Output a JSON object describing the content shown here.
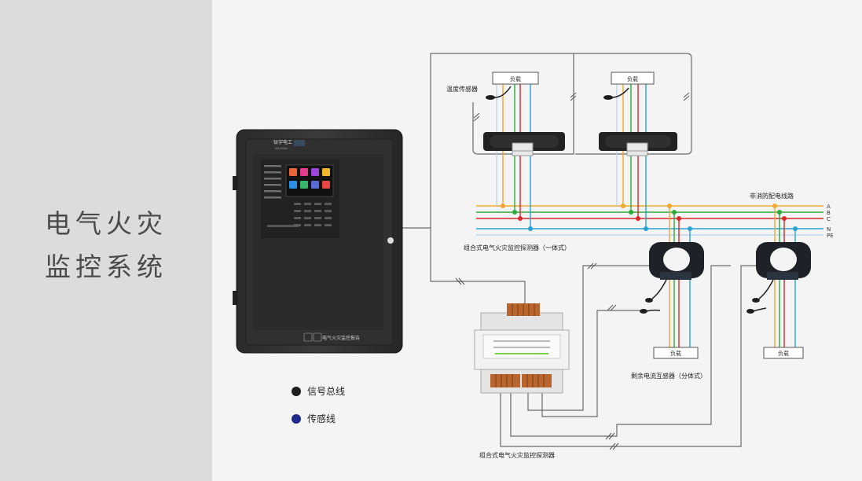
{
  "title": {
    "line1": "电气火灾",
    "line2": "监控系统"
  },
  "device": {
    "brand": "钛宇电工",
    "brand_sub": "MASMAN",
    "panel_label": "电气火灾监控报告",
    "screen_tiles": [
      "#e8653a",
      "#e33d8c",
      "#9d45d6",
      "#f1b72a",
      "#2c8de5",
      "#35b86c",
      "#5a6bd8",
      "#e84545"
    ]
  },
  "labels": {
    "temp_sensor": "温度传感器",
    "load": "负载",
    "line": "非消防配电线路",
    "combined_top": "组合式电气火灾监控探测器（一体式）",
    "residual": "剩余电流互感器（分体式）",
    "combined_bottom": "组合式电气火灾监控探测器",
    "phases": [
      "A",
      "B",
      "C",
      "N",
      "PE"
    ]
  },
  "legend": [
    {
      "label": "信号总线",
      "color": "#1e1e1e"
    },
    {
      "label": "传感线",
      "color": "#1f2a8c"
    }
  ],
  "colors": {
    "A": "#f0a830",
    "B": "#2eaa3a",
    "C": "#d8282c",
    "N": "#29a3d6",
    "PE": "#b8d8ee",
    "wire": "#555555"
  }
}
